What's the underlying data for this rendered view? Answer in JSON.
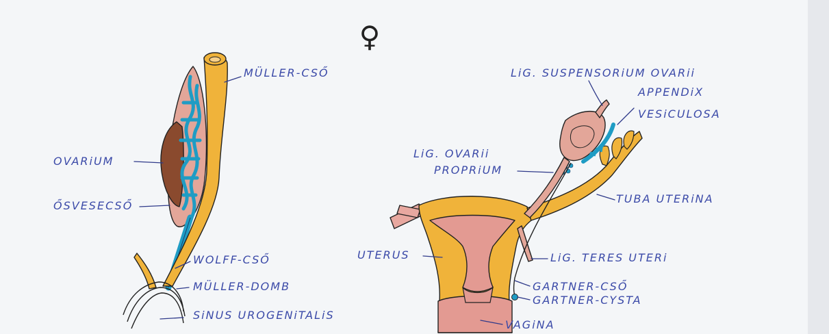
{
  "symbol": "♀",
  "colors": {
    "background": "#f4f6f8",
    "paper_edge": "#e6e8ec",
    "ink": "#3b4aa8",
    "ovary_pink": "#e3a699",
    "mesonephric_blue": "#1f9cc4",
    "mullerian_orange": "#f0b33a",
    "uterus_pink": "#e39a92",
    "ovary_brown": "#8a4a2e"
  },
  "left_panel": {
    "labels": {
      "muller_cso": "MÜLLER-CSŐ",
      "ovarium": "OVARiUM",
      "osvesecso": "ŐSVESECSŐ",
      "wolff_cso": "WOLFF-CSŐ",
      "muller_domb": "MÜLLER-DOMB",
      "sinus": "SiNUS UROGENiTALiS"
    }
  },
  "right_panel": {
    "labels": {
      "lig_susp": "LiG. SUSPENSORiUM OVARii",
      "appendix_1": "APPENDiX",
      "appendix_2": "VESiCULOSA",
      "lig_ovarii_1": "LiG. OVARii",
      "lig_ovarii_2": "PROPRiUM",
      "tuba": "TUBA UTERiNA",
      "uterus": "UTERUS",
      "lig_teres": "LiG. TERES UTERi",
      "gartner_cso": "GARTNER-CSŐ",
      "gartner_cysta": "GARTNER-CYSTA",
      "vagina": "VAGiNA"
    }
  }
}
